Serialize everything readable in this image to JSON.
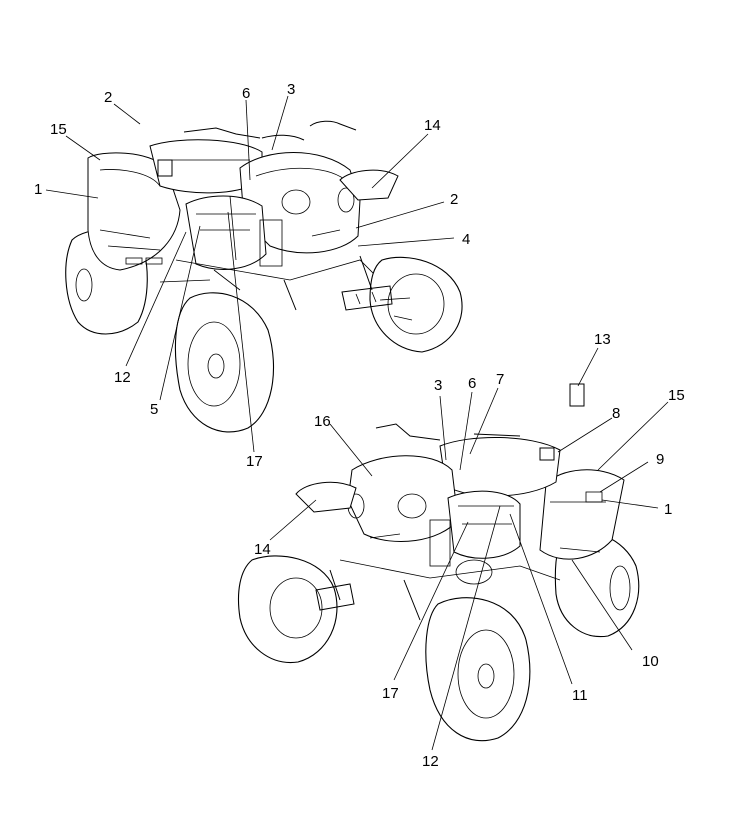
{
  "callouts": {
    "top": [
      "2",
      "15",
      "1",
      "6",
      "3",
      "14",
      "2",
      "4",
      "12",
      "5",
      "17"
    ],
    "bottom": [
      "13",
      "3",
      "6",
      "7",
      "8",
      "15",
      "16",
      "9",
      "1",
      "14",
      "10",
      "17",
      "11",
      "12"
    ]
  }
}
